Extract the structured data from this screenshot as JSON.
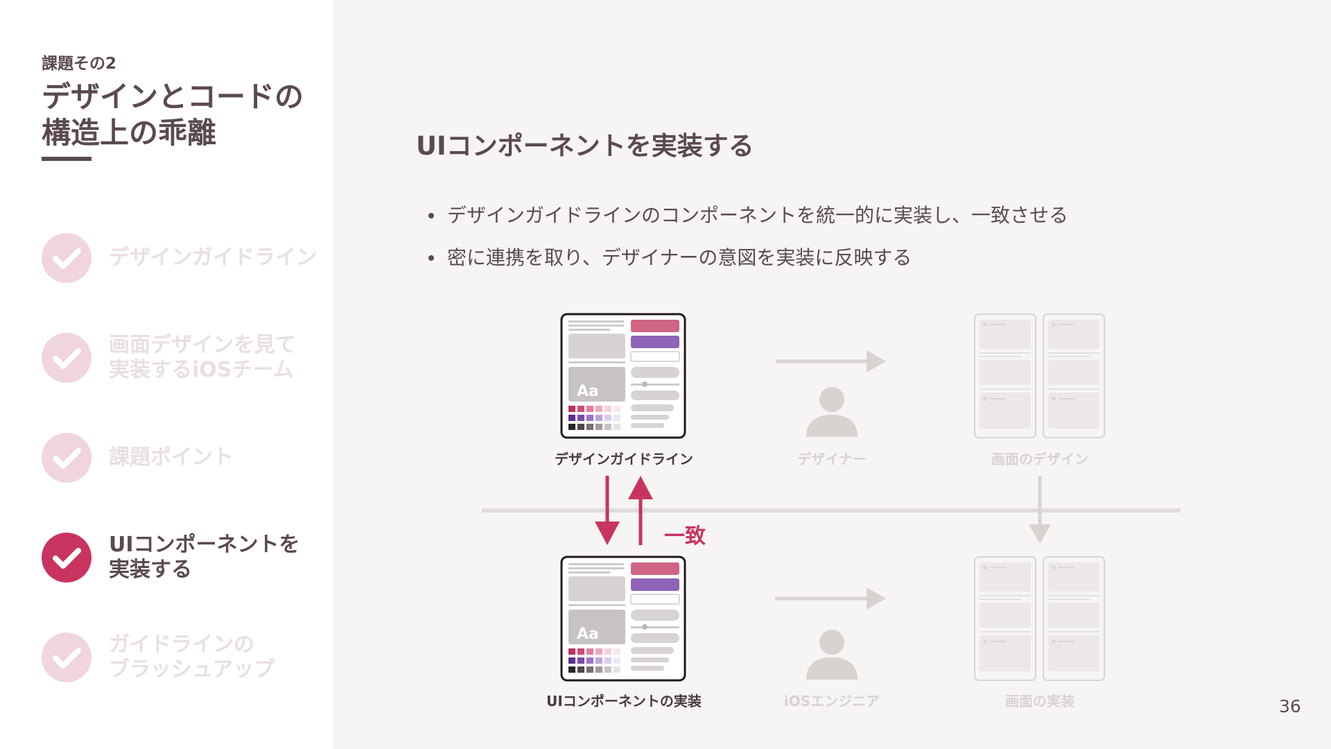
{
  "sidebar": {
    "eyebrow": "課題その2",
    "title": "デザインとコードの\n構造上の乖離",
    "steps": [
      {
        "label": "デザインガイドライン",
        "state": "done"
      },
      {
        "label": "画面デザインを見て\n実装するiOSチーム",
        "state": "done"
      },
      {
        "label": "課題ポイント",
        "state": "done"
      },
      {
        "label": "UIコンポーネントを\n実装する",
        "state": "current"
      },
      {
        "label": "ガイドラインの\nブラッシュアップ",
        "state": "done"
      }
    ]
  },
  "main": {
    "title": "UIコンポーネントを実装する",
    "bullets": [
      "デザインガイドラインのコンポーネントを統一的に実装し、一致させる",
      "密に連携を取り、デザイナーの意図を実装に反映する"
    ]
  },
  "diagram": {
    "top_row": [
      "デザインガイドライン",
      "デザイナー",
      "画面のデザイン"
    ],
    "bottom_row": [
      "UIコンポーネントの実装",
      "iOSエンジニア",
      "画面の実装"
    ],
    "match_label": "一致",
    "thumbnail_text": "Aa"
  },
  "page_number": "36",
  "colors": {
    "accent": "#c8345f",
    "accent_light": "#f0d5dc",
    "text": "#5b4a4d",
    "muted": "#d9d2d2",
    "background": "#f6f5f4",
    "sidebar": "#ffffff",
    "swatch_pink": "#d06483",
    "swatch_purple": "#8e63b8"
  }
}
